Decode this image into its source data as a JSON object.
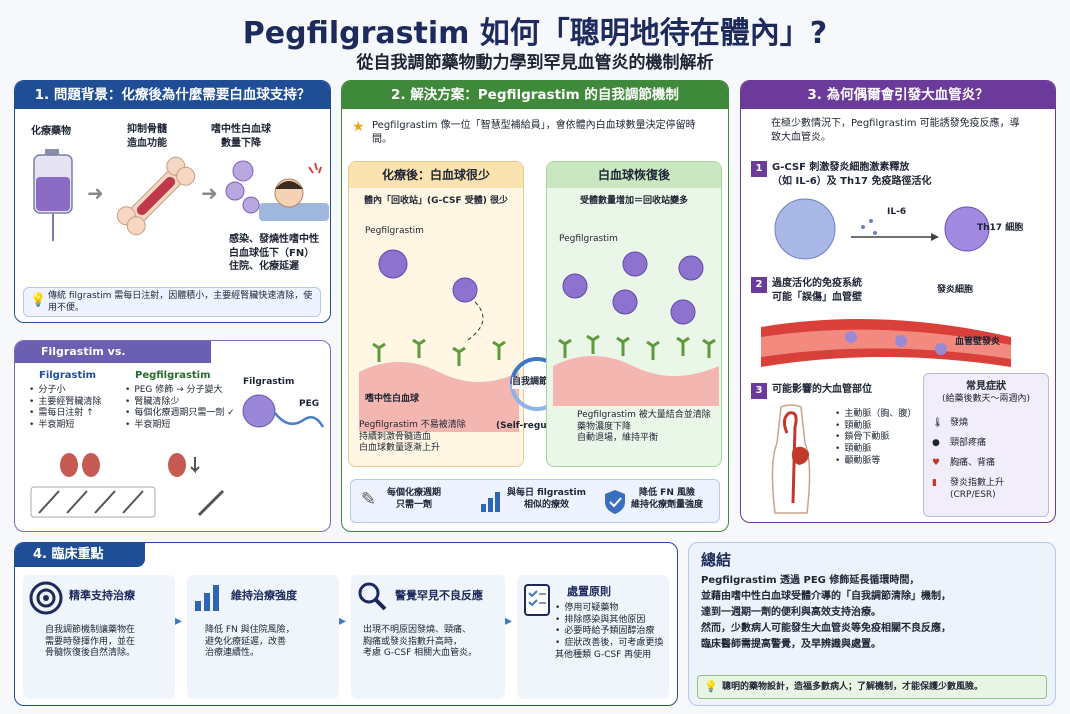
{
  "header": {
    "title": "Pegfilgrastim 如何「聰明地待在體內」?",
    "subtitle": "從自我調節藥物動力學到罕見血管炎的機制解析"
  },
  "panel1": {
    "heading": "1. 問題背景：化療後為什麼需要白血球支持？",
    "col1": "化療藥物",
    "col2": "抑制骨髓\n造血功能",
    "col3": "嗜中性白血球\n數量下降",
    "outcome": "感染、發燒性嗜中性\n白血球低下（FN）\n住院、化療延遲",
    "tip": "傳統 filgrastim 需每日注射，因體積小，主要經腎臟快速清除，使用不便。"
  },
  "compare": {
    "heading": "Filgrastim vs. Pegfilgrastim",
    "left_title": "Filgrastim",
    "left_items": [
      "分子小",
      "主要經腎臟清除",
      "需每日注射 ↑",
      "半衰期短"
    ],
    "right_title": "Pegfilgrastim",
    "right_items": [
      "PEG 修飾 → 分子變大",
      "腎臟清除少",
      "每個化療週期只需一劑 ✓",
      "半衰期短"
    ],
    "mol_label": "Filgrastim",
    "peg_label": "PEG"
  },
  "panel2": {
    "heading": "2. 解決方案：Pegfilgrastim 的自我調節機制",
    "intro": "Pegfilgrastim 像一位「智慧型補給員」，會依體內白血球數量決定停留時間。",
    "left_box_title": "化療後：白血球很少",
    "left_box_sub": "體內「回收站」(G-CSF 受體) 很少",
    "left_peg": "Pegfilgrastim",
    "left_cell": "嗜中性白血球",
    "left_note": "Pegfilgrastim 不易被清除\n持續刺激骨髓造血\n白血球數量逐漸上升",
    "right_box_title": "白血球恢復後",
    "right_box_sub": "受體數量增加＝回收站變多",
    "right_peg": "Pegfilgrastim",
    "right_note": "Pegfilgrastim 被大量結合並清除\n藥物濃度下降\n自動退場，維持平衡",
    "center_label": "自我調節",
    "center_en": "(Self-regulating)",
    "benefits": [
      "每個化療週期\n只需一劑",
      "與每日 filgrastim\n相似的療效",
      "降低 FN 風險\n維持化療劑量強度"
    ]
  },
  "panel3": {
    "heading": "3. 為何偶爾會引發大血管炎？",
    "intro": "在極少數情況下，Pegfilgrastim 可能誘發免疫反應，導致大血管炎。",
    "step1_num": "1",
    "step1": "G-CSF 刺激發炎細胞激素釋放\n（如 IL-6）及 Th17 免疫路徑活化",
    "il6": "IL-6",
    "th17": "Th17 細胞",
    "step2_num": "2",
    "step2": "過度活化的免疫系統\n可能「誤傷」血管壁",
    "inflam_cell": "發炎細胞",
    "vessel_inflam": "血管壁發炎",
    "step3_num": "3",
    "step3": "可能影響的大血管部位",
    "sites": [
      "主動脈（胸、腹）",
      "頸動脈",
      "鎖骨下動脈",
      "頸動脈",
      "顳動脈等"
    ],
    "symptom_title": "常見症狀",
    "symptom_sub": "(給藥後數天～兩週內)",
    "symptoms": [
      "發燒",
      "頸部疼痛",
      "胸痛、背痛",
      "發炎指數上升\n(CRP/ESR)"
    ]
  },
  "panel4": {
    "heading": "4. 臨床重點",
    "cards": [
      {
        "title": "精準支持治療",
        "text": "自我調節機制讓藥物在\n需要時發揮作用，並在\n骨髓恢復後自然清除。"
      },
      {
        "title": "維持治療強度",
        "text": "降低 FN 與住院風險，\n避免化療延遲，改善\n治療連續性。"
      },
      {
        "title": "警覺罕見不良反應",
        "text": "出現不明原因發燒、頸痛、\n胸痛或發炎指數升高時，\n考慮 G-CSF 相關大血管炎。"
      },
      {
        "title": "處置原則",
        "items": [
          "停用可疑藥物",
          "排除感染與其他原因",
          "必要時給予類固醇治療",
          "症狀改善後，可考慮更換\n其他種類 G-CSF 再使用"
        ]
      }
    ]
  },
  "summary": {
    "heading": "總結",
    "text": "Pegfilgrastim 透過 PEG 修飾延長循環時間，\n並藉由嗜中性白血球受體介導的「自我調節清除」機制，\n達到一週期一劑的便利與高效支持治療。\n然而，少數病人可能發生大血管炎等免疫相關不良反應，\n臨床醫師需提高警覺，及早辨識與處置。",
    "banner": "聰明的藥物設計，造福多數病人；了解機制，才能保護少數風險。"
  },
  "colors": {
    "blue": "#1f4e96",
    "green": "#3f8a3a",
    "purple": "#6b3a9a",
    "navy": "#1c2a5c"
  }
}
